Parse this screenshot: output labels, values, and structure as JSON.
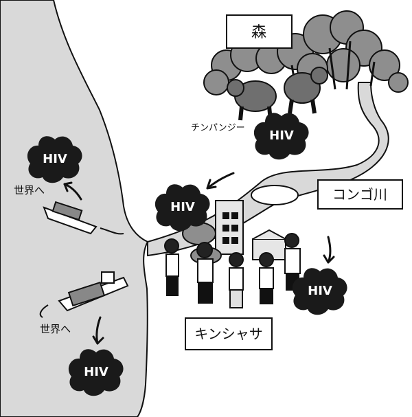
{
  "labels": {
    "forest": "森",
    "chimpanzee": "チンパンジー",
    "congo_river": "コンゴ川",
    "kinshasa": "キンシャサ",
    "to_world_1": "世界へ",
    "to_world_2": "世界へ"
  },
  "badges": {
    "chimp": "HIV",
    "city": "HIV",
    "right": "HIV",
    "ocean_top": "HIV",
    "ocean_bottom": "HIV"
  },
  "colors": {
    "sea": "#d9d9d9",
    "land": "#ffffff",
    "river": "#d9d9d9",
    "foliage": "#8e8e8e",
    "ink": "#111111",
    "badge": "#1a1a1a"
  }
}
